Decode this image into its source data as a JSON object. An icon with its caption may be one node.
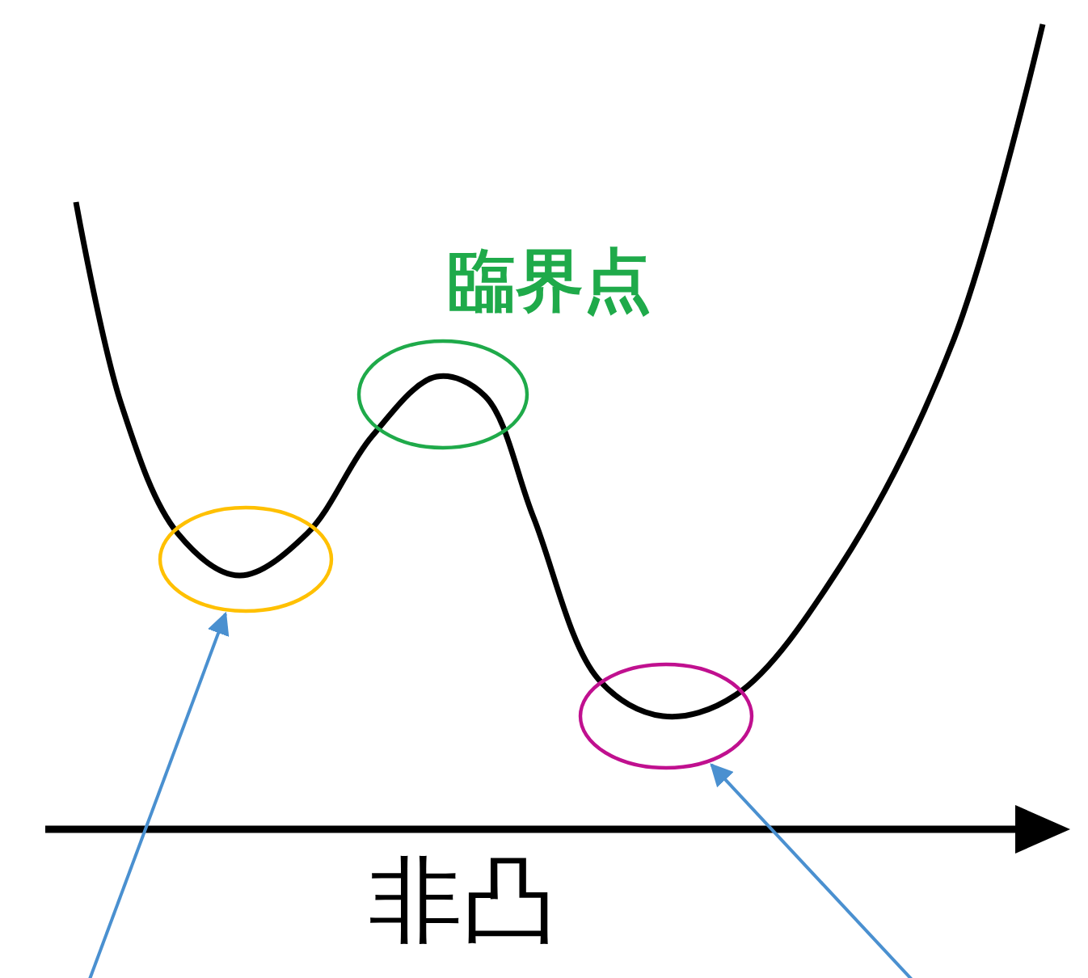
{
  "diagram": {
    "nodes": [
      {
        "text": [],
        "shape": "ellipse"
      },
      {
        "text": [
          "臨界点"
        ]
      },
      {
        "text": [],
        "shape": "ellipse"
      }
    ],
    "edges": [
      {
        "from": null,
        "to": 0,
        "arrow": "to"
      },
      {
        "from": null,
        "to": 2,
        "arrow": "to"
      }
    ],
    "labels": [
      "非凸"
    ]
  }
}
